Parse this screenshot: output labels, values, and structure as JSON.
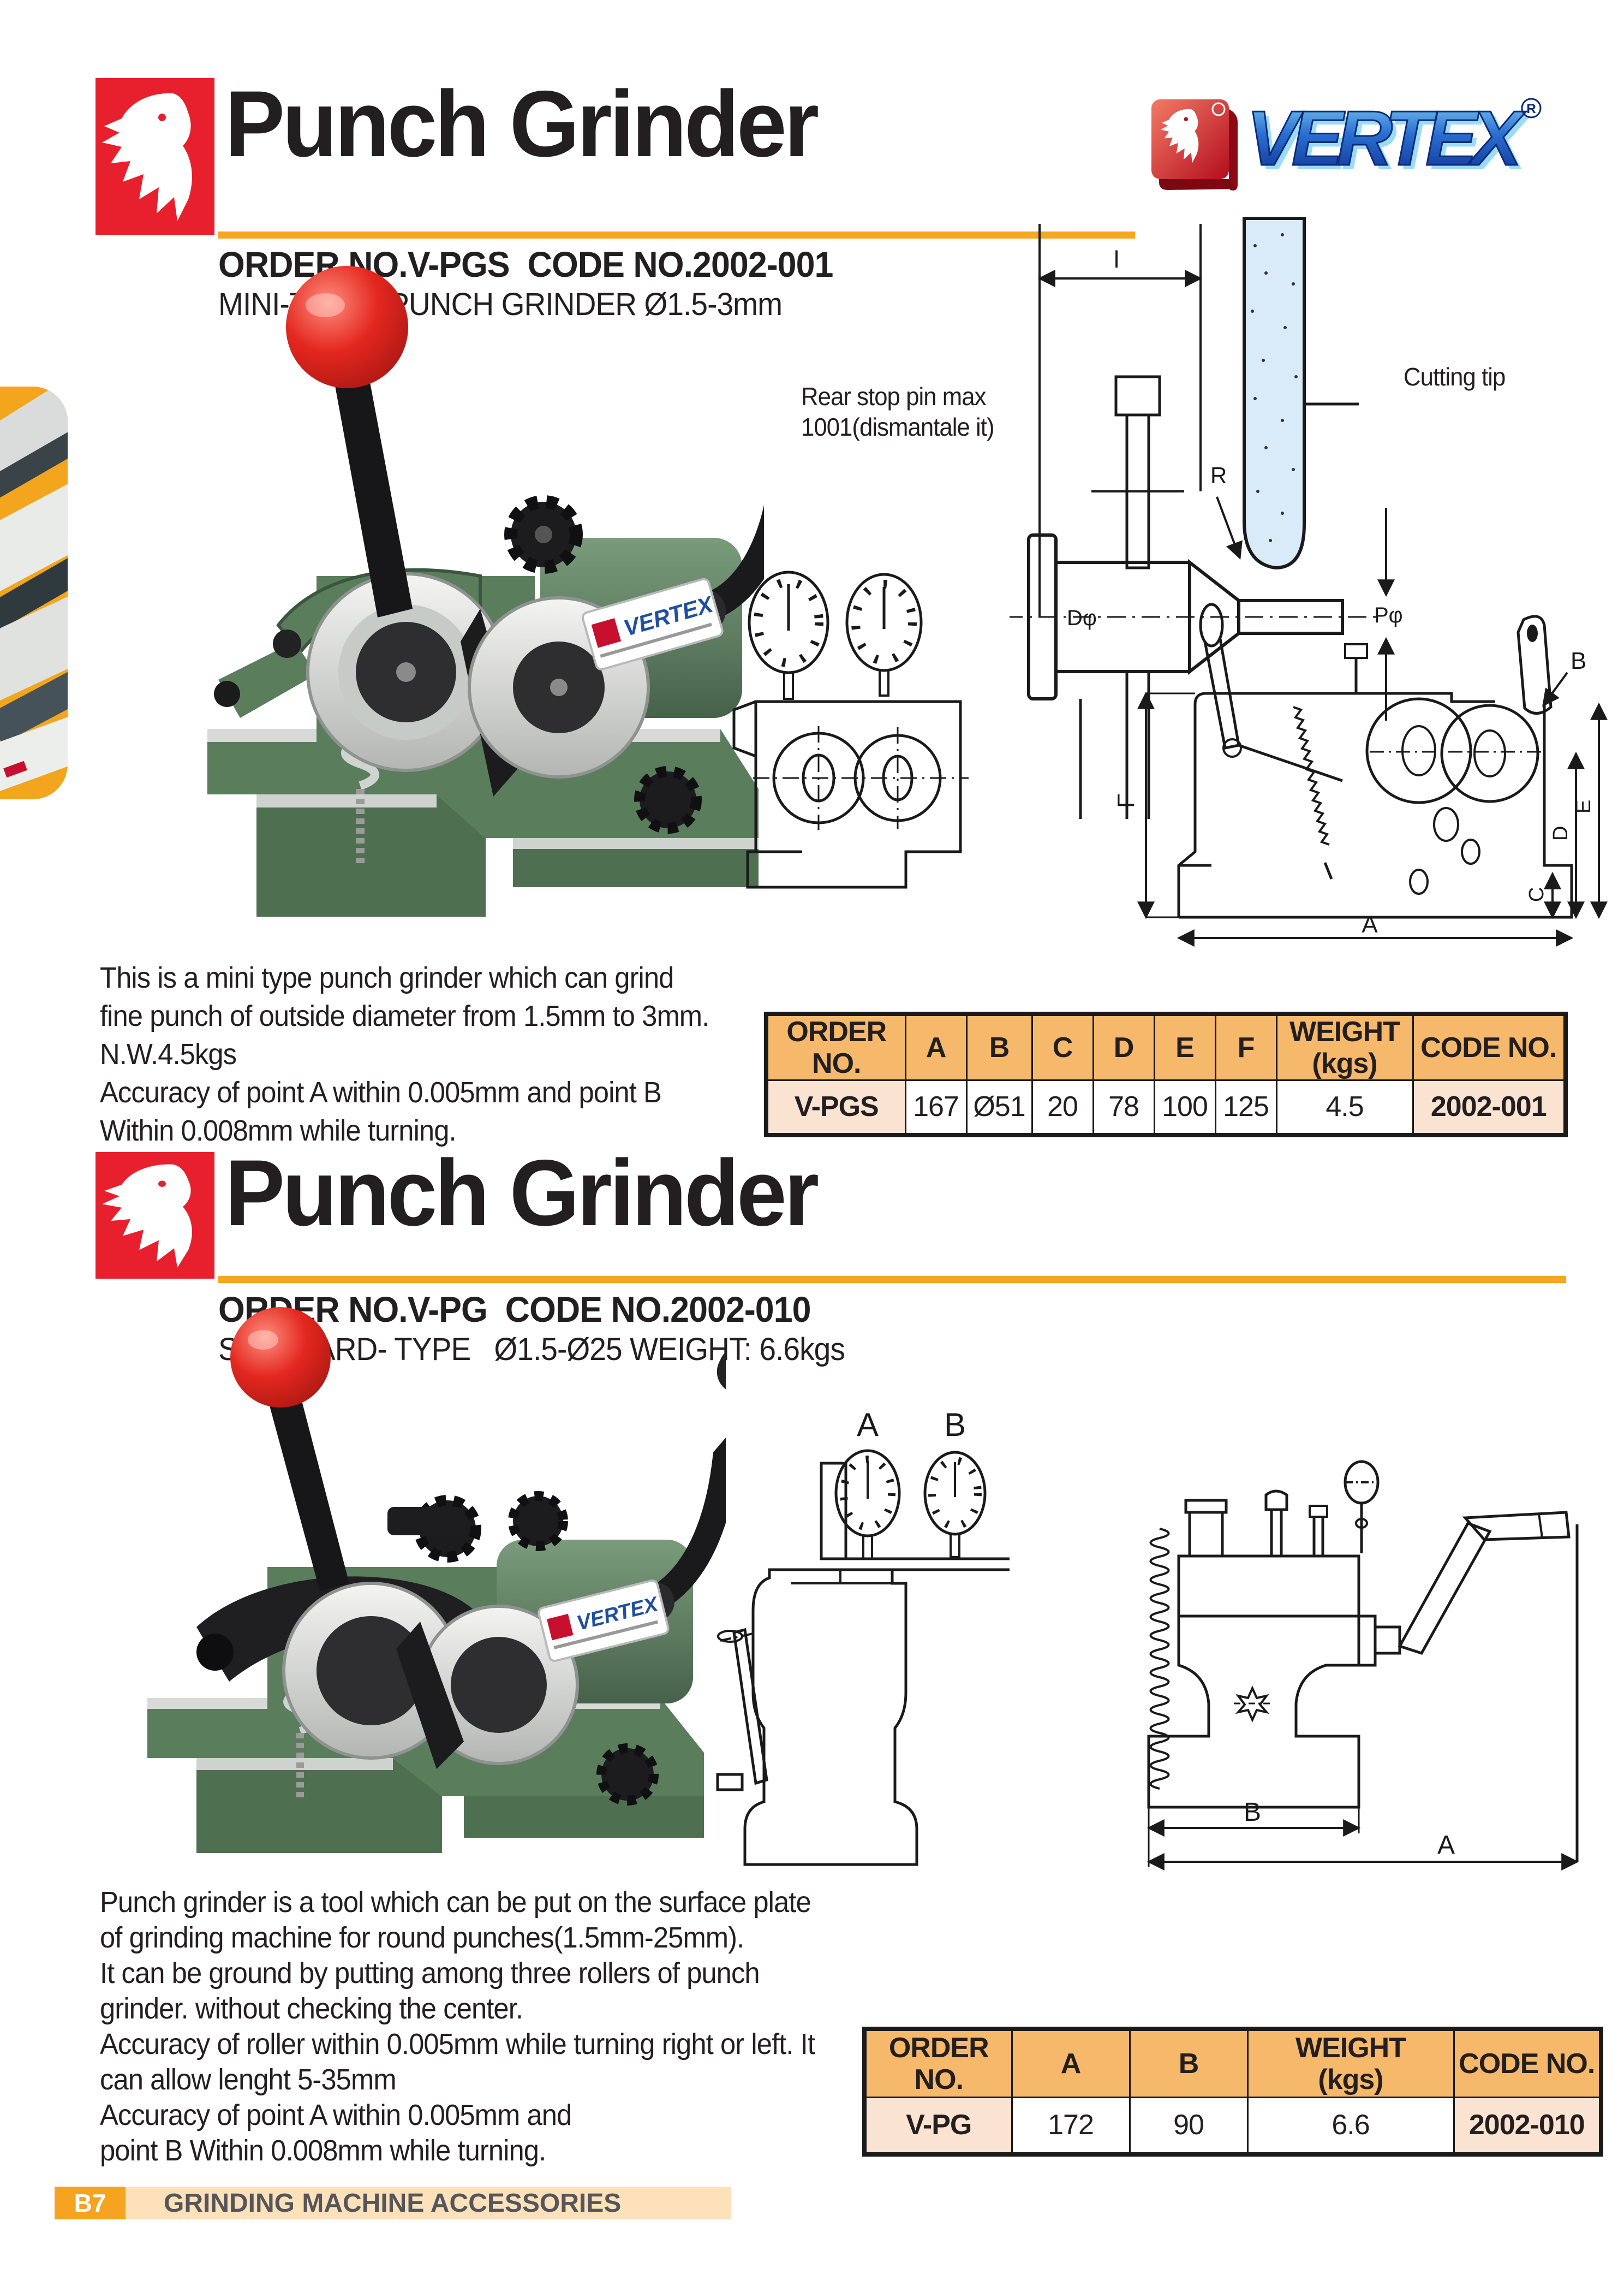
{
  "brand": {
    "vertex_text": "VERTEX",
    "registered": "®"
  },
  "section1": {
    "title": "Punch Grinder",
    "order_line": "ORDER NO.V-PGS  CODE NO.2002-001",
    "subtitle": "MINI-TYPE   PUNCH GRINDER Ø1.5-3mm",
    "machine_label": "VERTEX",
    "notes": {
      "rear_stop_1": "Rear stop pin max",
      "rear_stop_2": "1001(dismantale it)",
      "cutting_tip": "Cutting tip"
    },
    "dims": {
      "length": "l",
      "radius": "R",
      "d_phi": "Dφ",
      "p_phi": "Pφ",
      "a": "A",
      "b": "B",
      "c": "C",
      "d": "D",
      "e": "E",
      "f": "F"
    },
    "description_lines": [
      "This is a mini type punch grinder which can grind",
      "fine punch of outside diameter from 1.5mm to 3mm.",
      "N.W.4.5kgs",
      "Accuracy of point A within 0.005mm and point B",
      "Within 0.008mm while turning."
    ],
    "table": {
      "headers": [
        "ORDER\nNO.",
        "A",
        "B",
        "C",
        "D",
        "E",
        "F",
        "WEIGHT\n(kgs)",
        "CODE NO."
      ],
      "row": [
        "V-PGS",
        "167",
        "Ø51",
        "20",
        "78",
        "100",
        "125",
        "4.5",
        "2002-001"
      ]
    }
  },
  "section2": {
    "title": "Punch Grinder",
    "order_line": "ORDER NO.V-PG  CODE NO.2002-010",
    "subtitle": "STANDARD- TYPE   Ø1.5-Ø25 WEIGHT: 6.6kgs",
    "machine_label": "VERTEX",
    "dims": {
      "a": "A",
      "b": "B"
    },
    "description_lines": [
      "Punch grinder is a tool which can be put on the surface plate",
      "of grinding machine for round punches(1.5mm-25mm).",
      "It can be ground by putting among three rollers of punch",
      "grinder. without checking the center.",
      "Accuracy of roller within 0.005mm while turning right or left. It",
      "can allow lenght 5-35mm",
      "Accuracy of point A within 0.005mm and",
      "point B Within 0.008mm while turning."
    ],
    "table": {
      "headers": [
        "ORDER\nNO.",
        "A",
        "B",
        "WEIGHT\n(kgs)",
        "CODE NO."
      ],
      "row": [
        "V-PG",
        "172",
        "90",
        "6.6",
        "2002-010"
      ]
    }
  },
  "footer": {
    "page_code": "B7",
    "label": "GRINDING MACHINE ACCESSORIES"
  }
}
